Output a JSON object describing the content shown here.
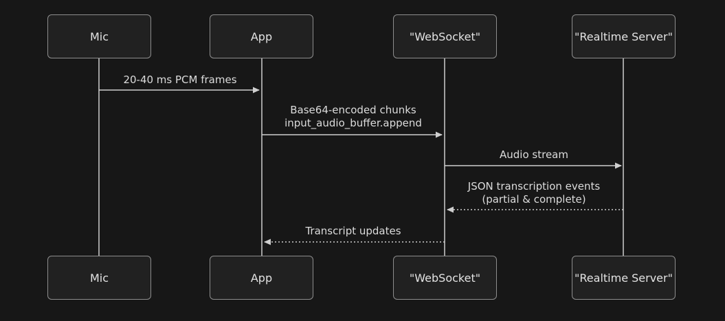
{
  "diagram": {
    "kind": "sequence-diagram",
    "colors": {
      "background": "#171717",
      "actor_fill": "#212121",
      "actor_border": "#8e8e8e",
      "text": "#e3e3e3",
      "line": "#cfcfcf"
    },
    "actors": [
      {
        "label": "Mic"
      },
      {
        "label": "App"
      },
      {
        "label": "\"WebSocket\""
      },
      {
        "label": "\"Realtime Server\""
      }
    ],
    "messages": [
      {
        "from": "Mic",
        "to": "App",
        "line": "solid",
        "direction": "right",
        "label": "20-40 ms PCM frames"
      },
      {
        "from": "App",
        "to": "\"WebSocket\"",
        "line": "solid",
        "direction": "right",
        "label": "Base64-encoded chunks\ninput_audio_buffer.append"
      },
      {
        "from": "\"WebSocket\"",
        "to": "\"Realtime Server\"",
        "line": "solid",
        "direction": "right",
        "label": "Audio stream"
      },
      {
        "from": "\"Realtime Server\"",
        "to": "\"WebSocket\"",
        "line": "dotted",
        "direction": "left",
        "label": "JSON transcription events\n(partial & complete)"
      },
      {
        "from": "\"WebSocket\"",
        "to": "App",
        "line": "dotted",
        "direction": "left",
        "label": "Transcript updates"
      }
    ]
  }
}
